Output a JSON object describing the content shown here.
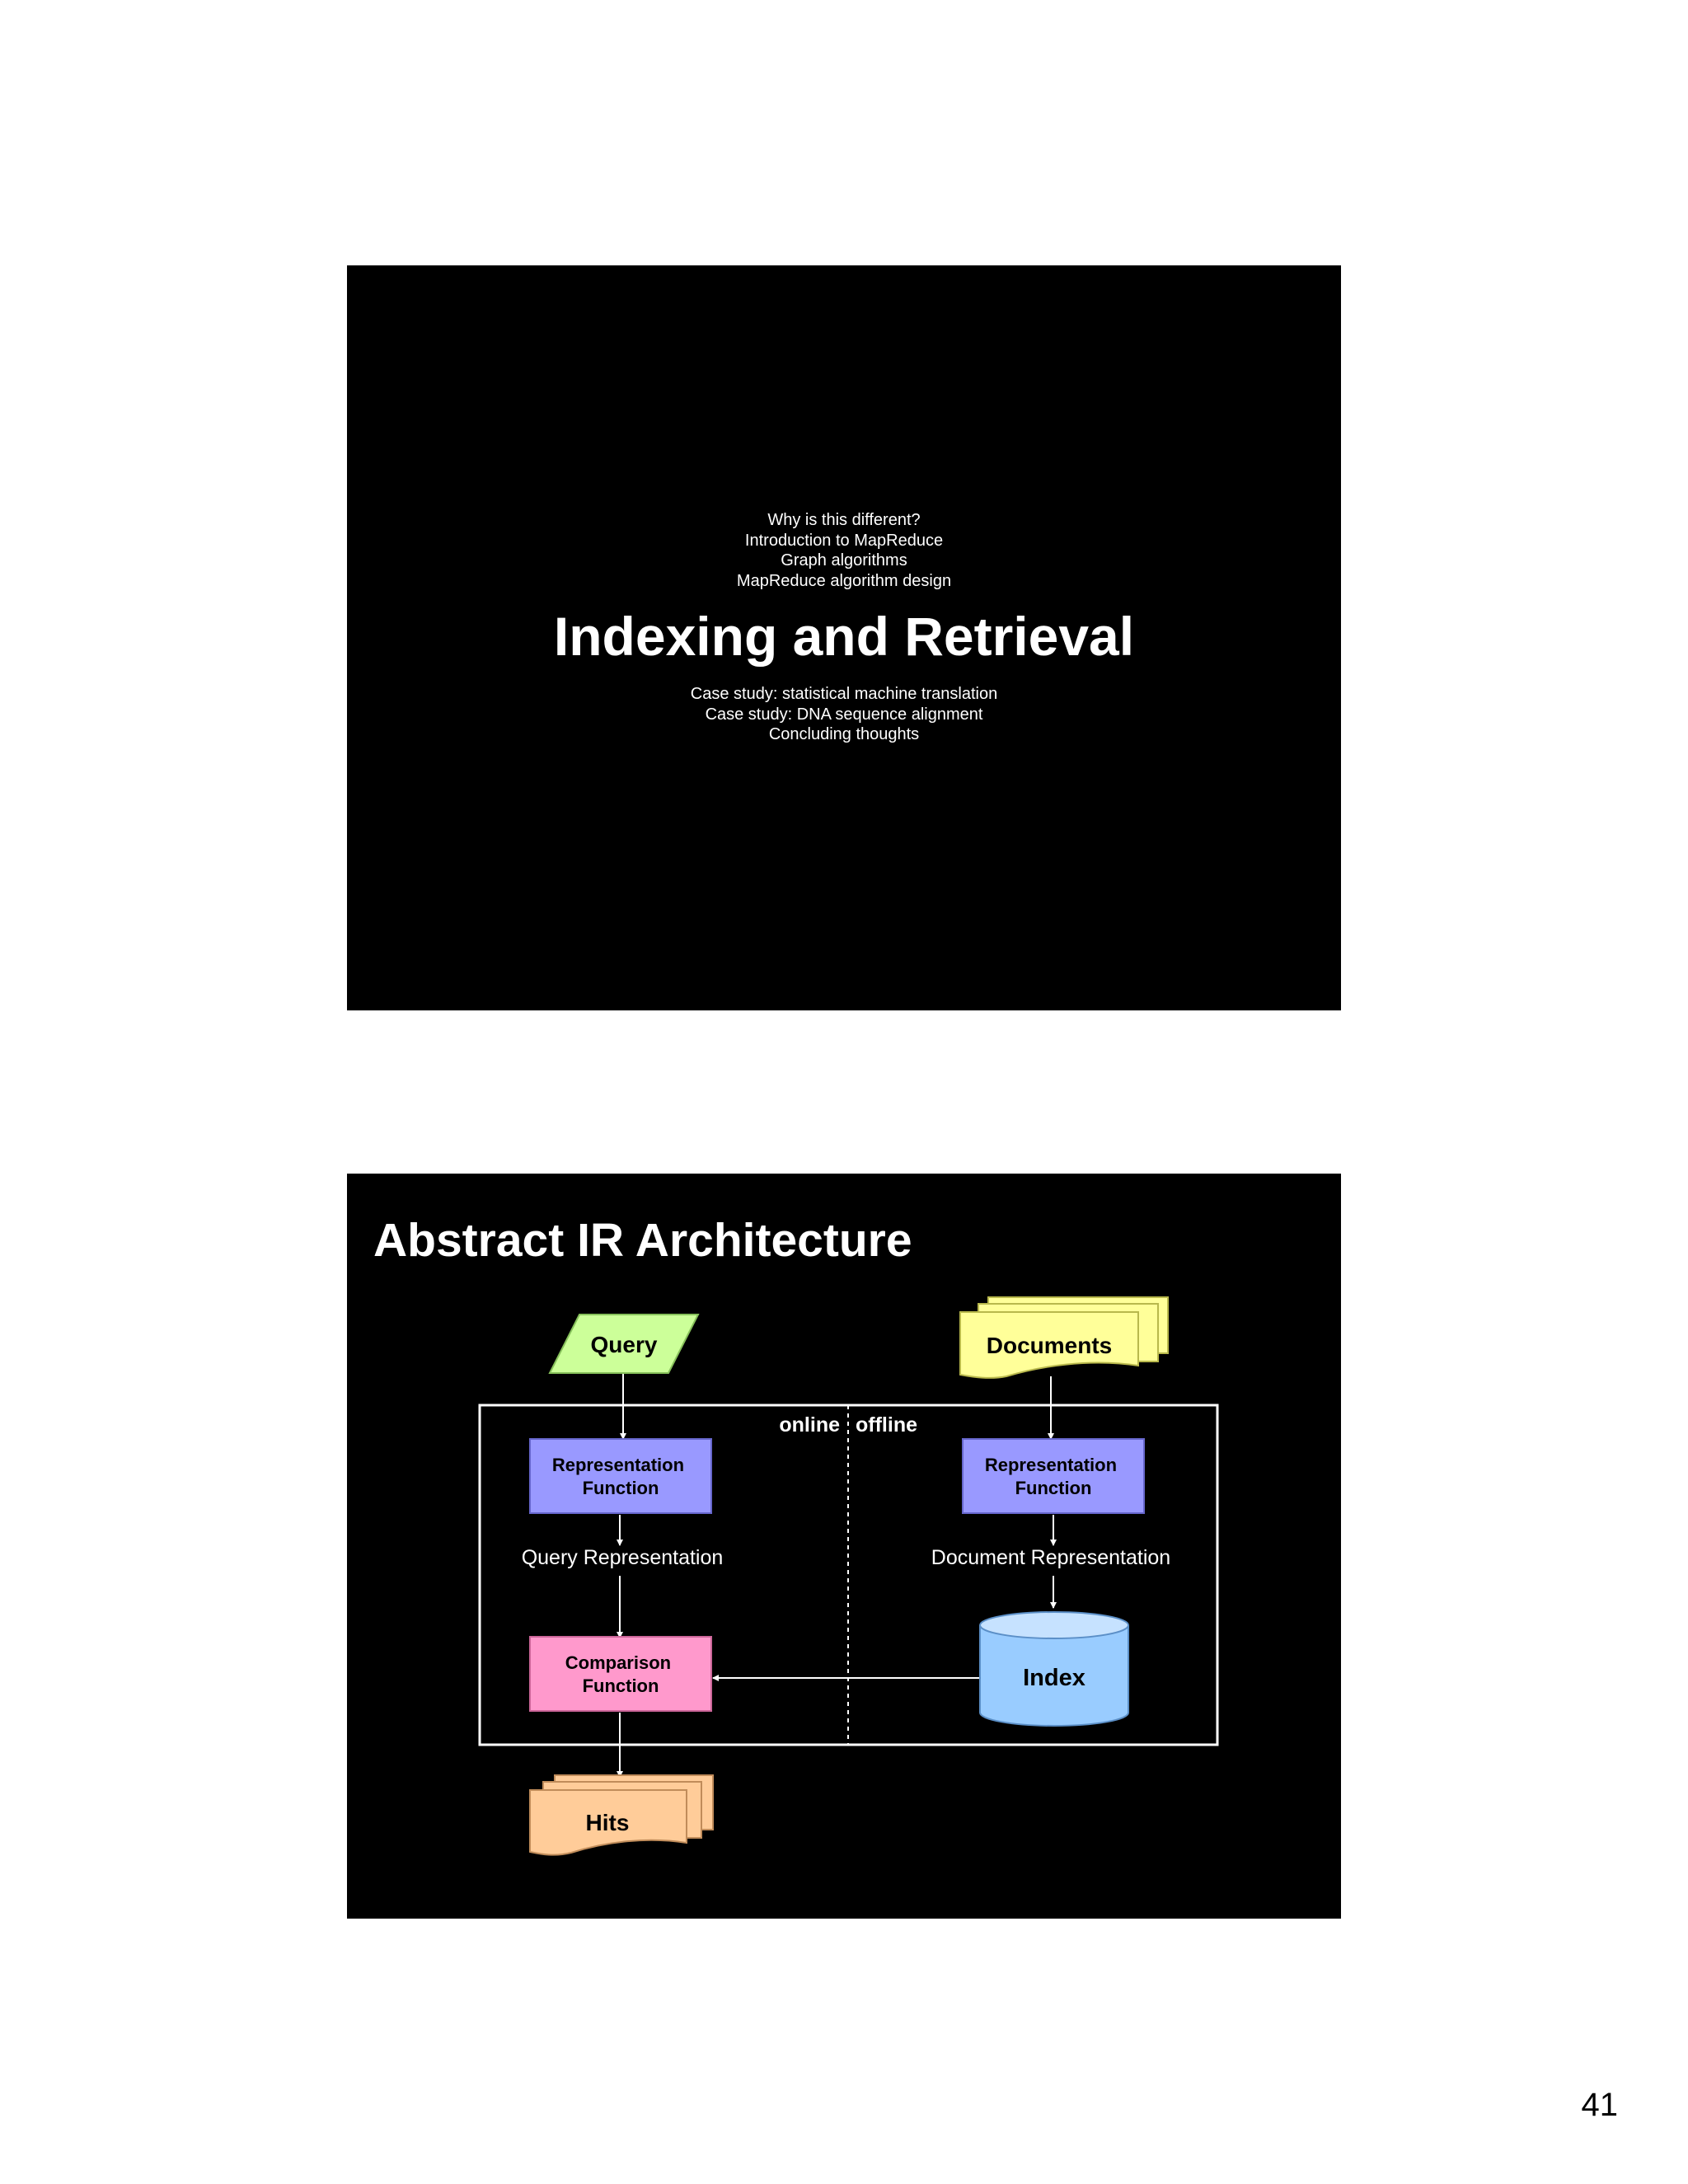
{
  "slide1": {
    "agenda_before": [
      "Why is this different?",
      "Introduction to MapReduce",
      "Graph algorithms",
      "MapReduce algorithm design"
    ],
    "title": "Indexing and Retrieval",
    "agenda_after": [
      "Case study: statistical machine translation",
      "Case study: DNA sequence alignment",
      "Concluding thoughts"
    ]
  },
  "slide2": {
    "title": "Abstract IR Architecture",
    "nodes": {
      "query": "Query",
      "documents": "Documents",
      "online": "online",
      "offline": "offline",
      "query_rep_fn": [
        "Representation",
        "Function"
      ],
      "doc_rep_fn": [
        "Representation",
        "Function"
      ],
      "query_representation": "Query Representation",
      "document_representation": "Document Representation",
      "comparison_fn": [
        "Comparison",
        "Function"
      ],
      "index": "Index",
      "hits": "Hits"
    },
    "colors": {
      "query": "#ccff99",
      "documents": "#ffff99",
      "representation_function": "#9999ff",
      "comparison_function": "#ff99cc",
      "index": "#99ccff",
      "hits": "#ffcc99"
    }
  },
  "page_number": "41"
}
